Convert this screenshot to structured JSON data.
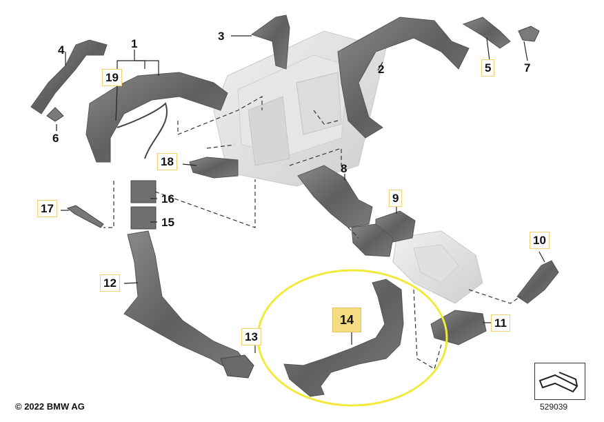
{
  "callouts": {
    "c1": "1",
    "c2": "2",
    "c3": "3",
    "c4": "4",
    "c5": "5",
    "c6": "6",
    "c7": "7",
    "c8": "8",
    "c9": "9",
    "c10": "10",
    "c11": "11",
    "c12": "12",
    "c13": "13",
    "c14": "14",
    "c15": "15",
    "c16": "16",
    "c17": "17",
    "c18": "18",
    "c19": "19"
  },
  "footer": {
    "copyright": "© 2022 BMW AG",
    "diagram_number": "529039"
  },
  "colors": {
    "highlight_circle": "#f2ea3a",
    "highlight_label": "#f5dc83",
    "part_dark": "#6f6f6f",
    "part_light": "#d9d9d9"
  }
}
